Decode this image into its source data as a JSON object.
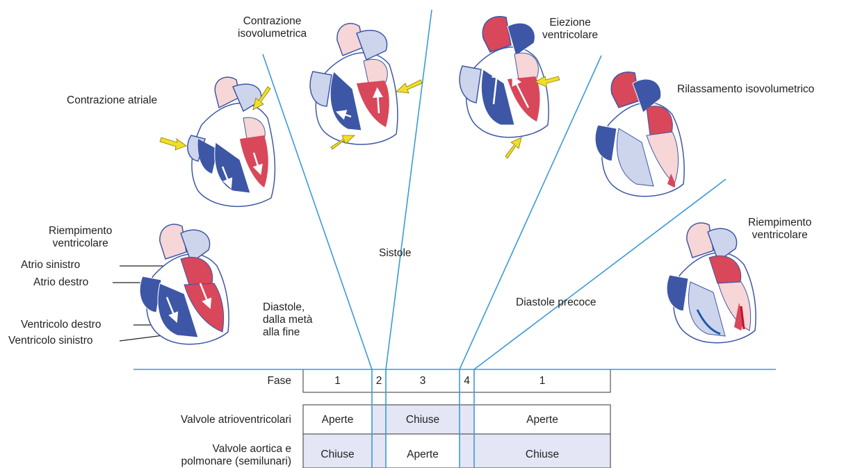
{
  "colors": {
    "line": "#3a9ad9",
    "deoxygenated": "#3d57a6",
    "deoxy_light": "#cdd5ec",
    "oxygenated": "#d9475a",
    "oxy_light": "#f6d6d6",
    "arrow": "#f0df26",
    "table_shade": "#e4e6f5"
  },
  "phases": {
    "contrazione_atriale": "Contrazione atriale",
    "contrazione_isovolumetrica": "Contrazione\nisovolumetrica",
    "eiezione_ventricolare": "Eiezione\nventricolare",
    "rilassamento_isovolumetrico": "Rilassamento isovolumetrico",
    "riempimento_early": "Riempimento\nventricolare",
    "riempimento_late": "Riempimento\nventricolare",
    "sistole": "Sistole",
    "diastole_precoce": "Diastole precoce",
    "diastole_tarda": "Diastole,\ndalla metà\nalla fine"
  },
  "chambers": {
    "atrio_sinistro": "Atrio sinistro",
    "atrio_destro": "Atrio destro",
    "ventricolo_destro": "Ventricolo destro",
    "ventricolo_sinistro": "Ventricolo sinistro"
  },
  "table": {
    "row_labels": {
      "fase": "Fase",
      "av": "Valvole atrioventricolari",
      "semilunar": "Valvole aortica e\npolmonare (semilunari)"
    },
    "fase": [
      "1",
      "2",
      "3",
      "4",
      "1"
    ],
    "av": [
      "Aperte",
      "",
      "Chiuse",
      "",
      "Aperte"
    ],
    "semilunar": [
      "Chiuse",
      "",
      "Aperte",
      "",
      "Chiuse"
    ]
  }
}
